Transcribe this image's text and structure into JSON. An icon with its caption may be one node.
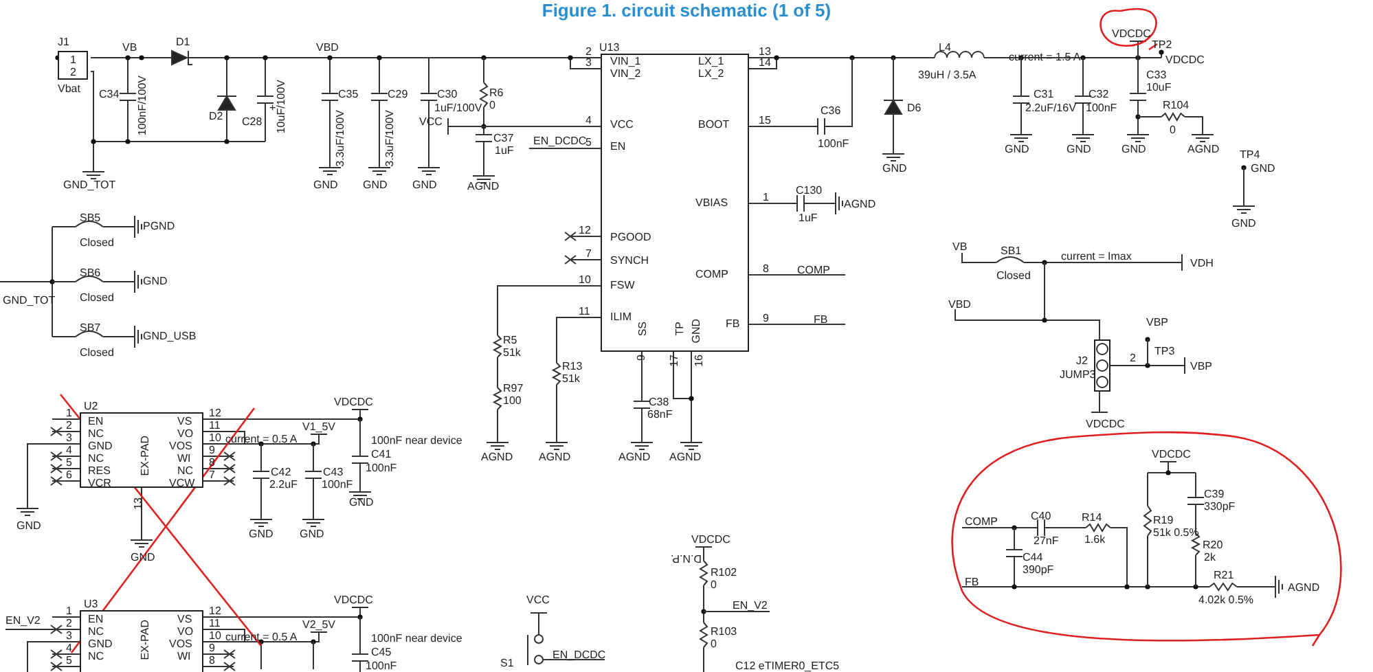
{
  "diagram": {
    "title": "Figure 1. circuit schematic (1 of 5)",
    "nodes": [
      {
        "text": [
          "1",
          "2"
        ],
        "beside": [
          "J1",
          "Vbat"
        ]
      },
      {
        "text": [
          "U13",
          "VIN_1",
          "VIN_2",
          "VCC",
          "EN",
          "PGOOD",
          "SYNCH",
          "FSW",
          "ILIM",
          "SS",
          "TP",
          "GND",
          "LX_1",
          "LX_2",
          "BOOT",
          "VBIAS",
          "COMP",
          "FB"
        ]
      },
      {
        "text": [],
        "shape": "box",
        "beside": [
          "J2",
          "JUMP3"
        ]
      },
      {
        "text": [
          "U2",
          "EN",
          "NC",
          "GND",
          "NC",
          "RES",
          "VCR",
          "EX-PAD",
          "VS",
          "VO",
          "VOS",
          "WI",
          "NC",
          "VCW"
        ]
      },
      {
        "text": [
          "U3",
          "EN",
          "NC",
          "GND",
          "NC",
          "VS",
          "VO",
          "VOS",
          "WI",
          "EX-PAD"
        ]
      }
    ],
    "labels": [
      "VB",
      "D1",
      "C34",
      "100nF/100V",
      "D2",
      "C28",
      "+",
      "10uF/100V",
      "GND_TOT",
      "VBD",
      "C35",
      "3.3uF/100V",
      "C29",
      "3.3uF/100V",
      "C30",
      "1uF/100V",
      "GND",
      "GND",
      "GND",
      "R6",
      "0",
      "VCC",
      "C37",
      "1uF",
      "AGND",
      "EN_DCDC",
      "2",
      "3",
      "4",
      "5",
      "12",
      "7",
      "10",
      "11",
      "9",
      "17",
      "16",
      "13",
      "14",
      "15",
      "1",
      "8",
      "9",
      "COMP",
      "FB",
      "C36",
      "100nF",
      "D6",
      "GND",
      "C130",
      "1uF",
      "AGND",
      "R5",
      "51k",
      "R97",
      "100",
      "R13",
      "51k",
      "C38",
      "68nF",
      "AGND",
      "AGND",
      "AGND",
      "AGND",
      "L4",
      "39uH / 3.5A",
      "current = 1.5 A",
      "C31",
      "2.2uF/16V",
      "C32",
      "100nF",
      "C33",
      "10uF",
      "R104",
      "0",
      "GND",
      "GND",
      "GND",
      "AGND",
      "VDCDC",
      "TP2",
      "VDCDC",
      "TP4",
      "GND",
      "GND",
      "VB",
      "SB1",
      "Closed",
      "current = Imax",
      "VDH",
      "VBD",
      "2",
      "VBP",
      "TP3",
      "VBP",
      "VDCDC",
      "SB5",
      "Closed",
      "PGND",
      "SB6",
      "Closed",
      "GND",
      "GND_TOT",
      "SB7",
      "Closed",
      "GND_USB",
      "1",
      "2",
      "3",
      "4",
      "5",
      "6",
      "12",
      "11",
      "10",
      "9",
      "8",
      "7",
      "13",
      "GND",
      "GND",
      "VDCDC",
      "V1_5V",
      "current = 0.5 A",
      "100nF near device",
      "C41",
      "100nF",
      "C42",
      "2.2uF",
      "C43",
      "100nF",
      "GND",
      "GND",
      "GND",
      "EN_V2",
      "1",
      "2",
      "3",
      "4",
      "5",
      "12",
      "11",
      "10",
      "9",
      "8",
      "VDCDC",
      "V2_5V",
      "current = 0.5 A",
      "100nF near device",
      "C45",
      "100nF",
      "VCC",
      "S1",
      "EN_DCDC",
      "VDCDC",
      "R102",
      "0",
      "D.N.P.",
      "EN_V2",
      "R103",
      "0",
      "C12 eTIMER0_ETC5",
      "VDCDC",
      "COMP",
      "C40",
      "27nF",
      "R14",
      "1.6k",
      "C44",
      "390pF",
      "FB",
      "R19",
      "51k 0.5%",
      "C39",
      "330pF",
      "R20",
      "2k",
      "R21",
      "4.02k 0.5%",
      "AGND"
    ]
  }
}
